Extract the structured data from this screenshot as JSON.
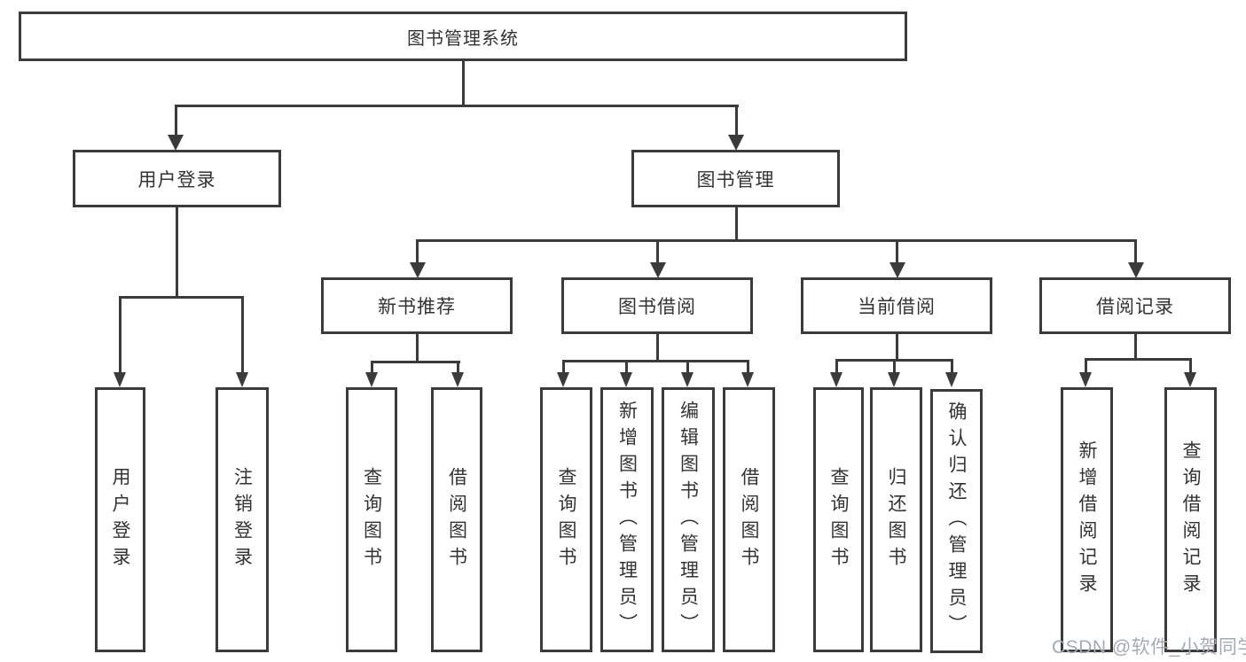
{
  "tree": {
    "root": {
      "label": "图书管理系统",
      "children": [
        {
          "label": "用户登录",
          "children": [
            {
              "label": "用户登录"
            },
            {
              "label": "注销登录"
            }
          ]
        },
        {
          "label": "图书管理",
          "children": [
            {
              "label": "新书推荐",
              "children": [
                {
                  "label": "查询图书"
                },
                {
                  "label": "借阅图书"
                }
              ]
            },
            {
              "label": "图书借阅",
              "children": [
                {
                  "label": "查询图书"
                },
                {
                  "label": "新增图书（管理员）"
                },
                {
                  "label": "编辑图书（管理员）"
                },
                {
                  "label": "借阅图书"
                }
              ]
            },
            {
              "label": "当前借阅",
              "children": [
                {
                  "label": "查询图书"
                },
                {
                  "label": "归还图书"
                },
                {
                  "label": "确认归还（管理员）"
                }
              ]
            },
            {
              "label": "借阅记录",
              "children": [
                {
                  "label": "新增借阅记录"
                },
                {
                  "label": "查询借阅记录"
                }
              ]
            }
          ]
        }
      ]
    }
  },
  "watermark": {
    "text": "CSDN @软件_小贺同学"
  },
  "colors": {
    "line": "#3b3b3b",
    "text": "#333333",
    "background": "#ffffff",
    "watermark": "#a6a9b5"
  }
}
